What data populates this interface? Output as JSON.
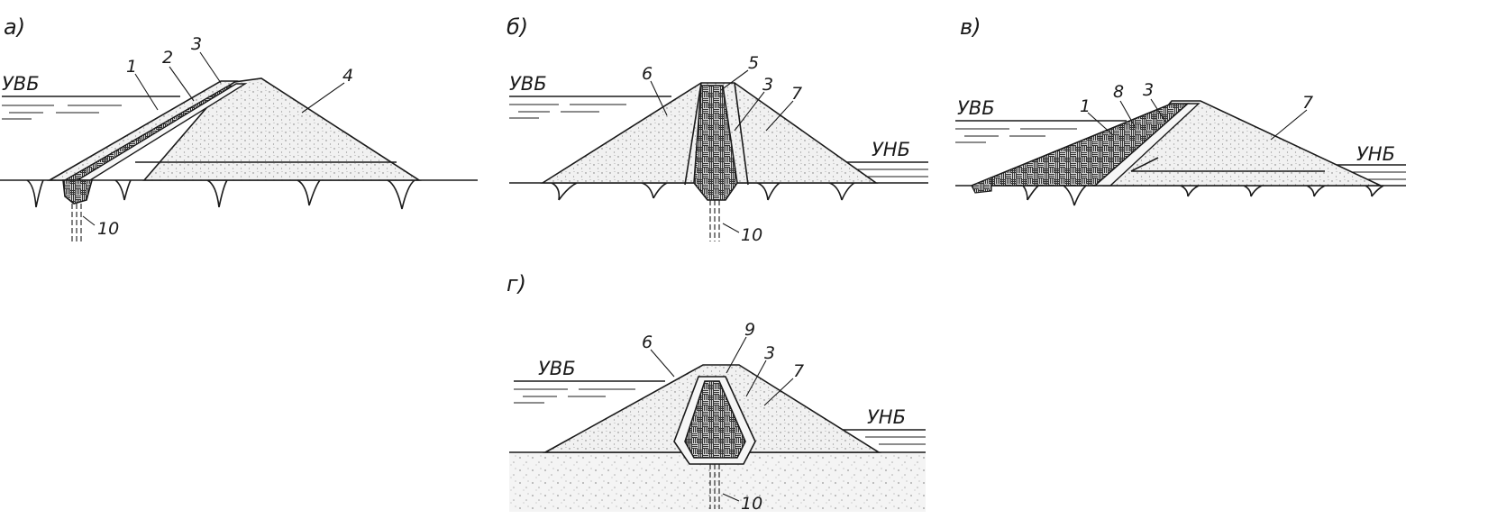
{
  "panels": [
    {
      "key": "a",
      "label": "а)",
      "water_up": "УВБ",
      "water_down": "",
      "numbers": [
        "1",
        "2",
        "3",
        "4",
        "10"
      ]
    },
    {
      "key": "b",
      "label": "б)",
      "water_up": "УВБ",
      "water_down": "УНБ",
      "numbers": [
        "6",
        "5",
        "3",
        "7",
        "10"
      ]
    },
    {
      "key": "v",
      "label": "в)",
      "water_up": "УВБ",
      "water_down": "УНБ",
      "numbers": [
        "1",
        "8",
        "3",
        "7"
      ]
    },
    {
      "key": "g",
      "label": "г)",
      "water_up": "УВБ",
      "water_down": "УНБ",
      "numbers": [
        "6",
        "9",
        "3",
        "7",
        "10"
      ]
    }
  ],
  "colors": {
    "line": "#1a1a1a",
    "fill_sand": "#ececec",
    "fill_core": "#cfcfcf",
    "background": "#ffffff"
  }
}
